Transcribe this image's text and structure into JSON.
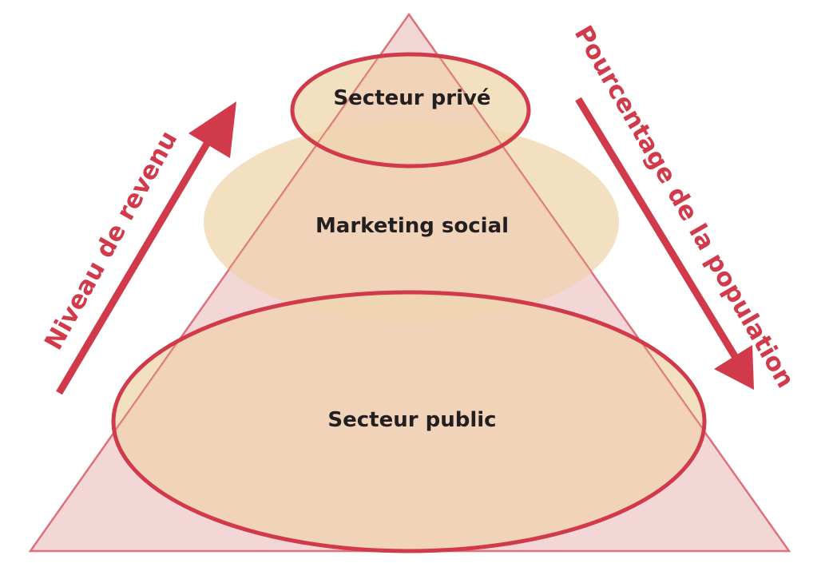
{
  "diagram": {
    "layers": {
      "private": {
        "label": "Secteur privé"
      },
      "social": {
        "label": "Marketing social"
      },
      "public": {
        "label": "Secteur public"
      }
    },
    "left_arrow": {
      "label": "Niveau de revenu"
    },
    "right_arrow": {
      "label": "Pourcentage de la population"
    }
  },
  "colors": {
    "accent_red": "#d03a4a",
    "triangle_fill": "#efc8c8",
    "tan_fill": "#f0d7ae",
    "text_dark": "#231f20"
  }
}
